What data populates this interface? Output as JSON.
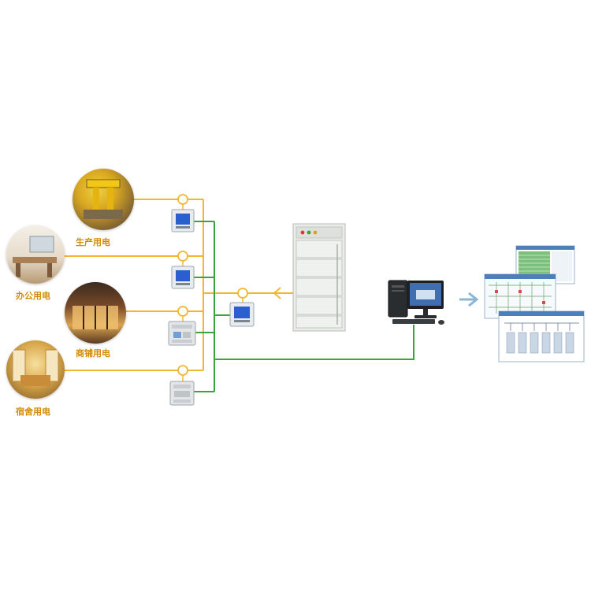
{
  "categories": [
    {
      "id": "production",
      "label": "生产用电",
      "icon": "factory-photo"
    },
    {
      "id": "office",
      "label": "办公用电",
      "icon": "office-photo"
    },
    {
      "id": "shop",
      "label": "商铺用电",
      "icon": "storefront-photo"
    },
    {
      "id": "dorm",
      "label": "宿舍用电",
      "icon": "bedroom-photo"
    }
  ],
  "colors": {
    "power_line": "#f2b632",
    "comm_line": "#3ca33c",
    "arrow_blue": "#8ab6d8",
    "label": "#d38b00"
  }
}
